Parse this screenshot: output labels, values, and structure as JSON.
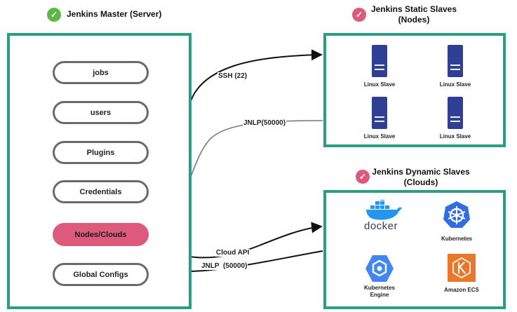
{
  "colors": {
    "teal": "#2a9d82",
    "green_check": "#58b947",
    "pink": "#dd5a7d",
    "server_blue": "#2f3f93"
  },
  "master": {
    "title": "Jenkins Master (Server)",
    "items": [
      "jobs",
      "users",
      "Plugins",
      "Credentials",
      "Nodes/Clouds",
      "Global Configs"
    ],
    "active_item": "Nodes/Clouds"
  },
  "static_slaves": {
    "title_line1": "Jenkins Static Slaves",
    "title_line2": "(Nodes)",
    "nodes": [
      "Linux Slave",
      "Linux Slave",
      "Linux Slave",
      "Linux Slave"
    ]
  },
  "dynamic_slaves": {
    "title_line1": "Jenkins Dynamic Slaves",
    "title_line2": "(Clouds)",
    "docker_label": "docker",
    "kubernetes_label": "Kubernetes",
    "gke_label_line1": "Kubernetes",
    "gke_label_line2": "Engine",
    "ecs_label": "Amazon ECS"
  },
  "edges": {
    "ssh": "SSH (22)",
    "jnlp_static": "JNLP(50000)",
    "cloud_api": "Cloud API",
    "jnlp_dynamic": "JNLP  (50000)"
  }
}
